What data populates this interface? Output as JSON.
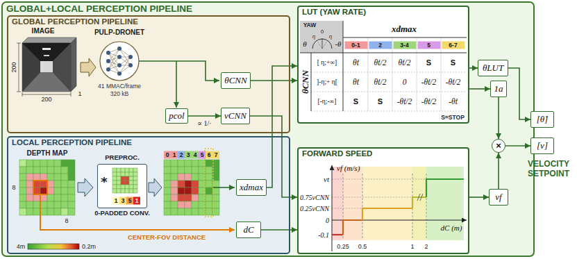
{
  "diagram": {
    "nodes": [
      {
        "text": [
          "GLOBAL+LOCAL PERCEPTION PIPELINE"
        ]
      },
      {
        "text": [
          "GLOBAL PERCEPTION PIPELINE"
        ],
        "in": 0
      },
      {
        "text": [
          "θCNN"
        ],
        "in": 1
      },
      {
        "text": [
          "pcol"
        ],
        "in": 1
      },
      {
        "text": [
          "vCNN"
        ],
        "in": 1
      },
      {
        "text": [
          "LOCAL PERCEPTION PIPELINE"
        ],
        "in": 0
      },
      {
        "text": [
          "PREPROC.",
          "0-PADDED CONV."
        ],
        "in": 5
      },
      {
        "text": [
          "xdmax"
        ],
        "in": 5
      },
      {
        "text": [
          "dC"
        ],
        "in": 5
      },
      {
        "text": [
          "LUT (YAW RATE)"
        ],
        "in": 0
      },
      {
        "text": [
          "FORWARD SPEED"
        ],
        "in": 0
      },
      {
        "text": [
          "θ̇LUT"
        ],
        "in": 0
      },
      {
        "text": [
          "1a"
        ],
        "in": 0
      },
      {
        "text": [
          "×"
        ],
        "in": 0
      },
      {
        "text": [
          "vf"
        ],
        "in": 0
      },
      {
        "text": [
          "[θ̇]"
        ]
      },
      {
        "text": [
          "[v]"
        ]
      }
    ],
    "edges": [
      {
        "from": 2,
        "to": 9,
        "arrow": "to"
      },
      {
        "from": 3,
        "to": 4,
        "label": "∝ 1/·",
        "arrow": "to"
      },
      {
        "from": 4,
        "to": 10,
        "arrow": "to"
      },
      {
        "from": 7,
        "to": 9,
        "arrow": "to"
      },
      {
        "from": 8,
        "to": 10,
        "arrow": "to"
      },
      {
        "from": 9,
        "to": 11,
        "arrow": "to"
      },
      {
        "from": 9,
        "to": 12,
        "arrow": "to"
      },
      {
        "from": 10,
        "to": 14,
        "arrow": "to"
      },
      {
        "from": 12,
        "to": 13,
        "arrow": "to"
      },
      {
        "from": 14,
        "to": 13,
        "arrow": "to"
      },
      {
        "from": 11,
        "to": 15,
        "arrow": "to"
      },
      {
        "from": 13,
        "to": 16,
        "arrow": "to"
      }
    ],
    "labels": [
      "IMAGE",
      "PULP-DRONET",
      "200",
      "200",
      "1",
      "41 MMAC/frame",
      "320 kB",
      "DEPTH MAP",
      "8",
      "8",
      "*",
      "1",
      "3",
      "5",
      "1",
      "0",
      "1",
      "2",
      "3",
      "4",
      "5",
      "6",
      "7",
      "4m",
      "0.2m",
      "CENTER-FOV DISTANCE",
      "YAW",
      "0",
      "η",
      "η",
      "θ",
      "-θ",
      "xdmax",
      "0-1",
      "2",
      "3-4",
      "5",
      "6-7",
      "θCNN",
      "[ η;+∞]",
      "]-η;+ η[",
      "[-η;-∞]",
      "θ̇t",
      "θ̇t/2",
      "θ̇t/2",
      "S",
      "S",
      "θ̇t",
      "θ̇t/2",
      "0",
      "-θ̇t/2",
      "-θ̇t/2",
      "S",
      "S",
      "-θ̇t/2",
      "-θ̇t/2",
      "-θ̇t",
      "S=STOP",
      "vf (m/s)",
      "vt",
      "0.75vCNN",
      "0.25vCNN",
      "0",
      "-0.1",
      "0.25",
      "0.5",
      "1",
      "2",
      "dC (m)",
      "VELOCITY SETPOINT"
    ]
  }
}
